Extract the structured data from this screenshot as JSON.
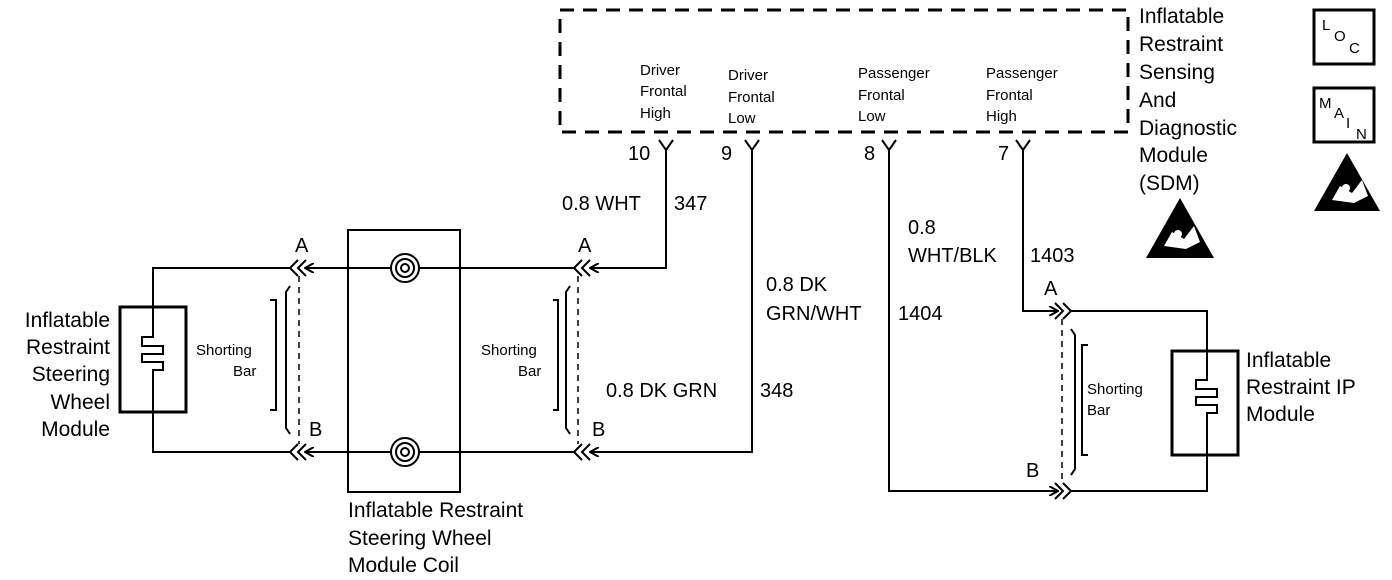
{
  "sdm": {
    "label_lines": [
      "Inflatable",
      "Restraint",
      "Sensing",
      "And",
      "Diagnostic",
      "Module",
      "(SDM)"
    ],
    "pins": [
      {
        "number": "10",
        "lines": [
          "Driver",
          "Frontal",
          "High"
        ]
      },
      {
        "number": "9",
        "lines": [
          "Driver",
          "Frontal",
          "Low"
        ]
      },
      {
        "number": "8",
        "lines": [
          "Passenger",
          "Frontal",
          "Low"
        ]
      },
      {
        "number": "7",
        "lines": [
          "Passenger",
          "Frontal",
          "High"
        ]
      }
    ]
  },
  "icons": {
    "loc": {
      "big": "L",
      "sub1": "O",
      "sub2": "C"
    },
    "main": {
      "big": "M",
      "sub1": "A",
      "sub2": "I",
      "sub3": "N"
    },
    "esd_icon": "esd-warning-icon"
  },
  "wires": {
    "w347": {
      "gauge_color": "0.8 WHT",
      "circuit": "347"
    },
    "w348": {
      "gauge_color": "0.8 DK GRN",
      "circuit": "348"
    },
    "w1404": {
      "line1": "0.8 DK",
      "line2": "GRN/WHT",
      "circuit": "1404"
    },
    "w1403": {
      "line1": "0.8",
      "line2": "WHT/BLK",
      "circuit": "1403"
    }
  },
  "connectors": {
    "coil_right": {
      "a": "A",
      "b": "B",
      "shorting_bar": [
        "Shorting",
        "Bar"
      ]
    },
    "coil_left": {
      "a": "A",
      "b": "B",
      "shorting_bar": [
        "Shorting",
        "Bar"
      ]
    },
    "ip": {
      "a": "A",
      "b": "B",
      "shorting_bar": [
        "Shorting",
        "Bar"
      ]
    }
  },
  "components": {
    "steering_module": [
      "Inflatable",
      "Restraint",
      "Steering",
      "Wheel",
      "Module"
    ],
    "coil": [
      "Inflatable Restraint",
      "Steering Wheel",
      "Module Coil"
    ],
    "ip_module": [
      "Inflatable",
      "Restraint IP",
      "Module"
    ]
  }
}
